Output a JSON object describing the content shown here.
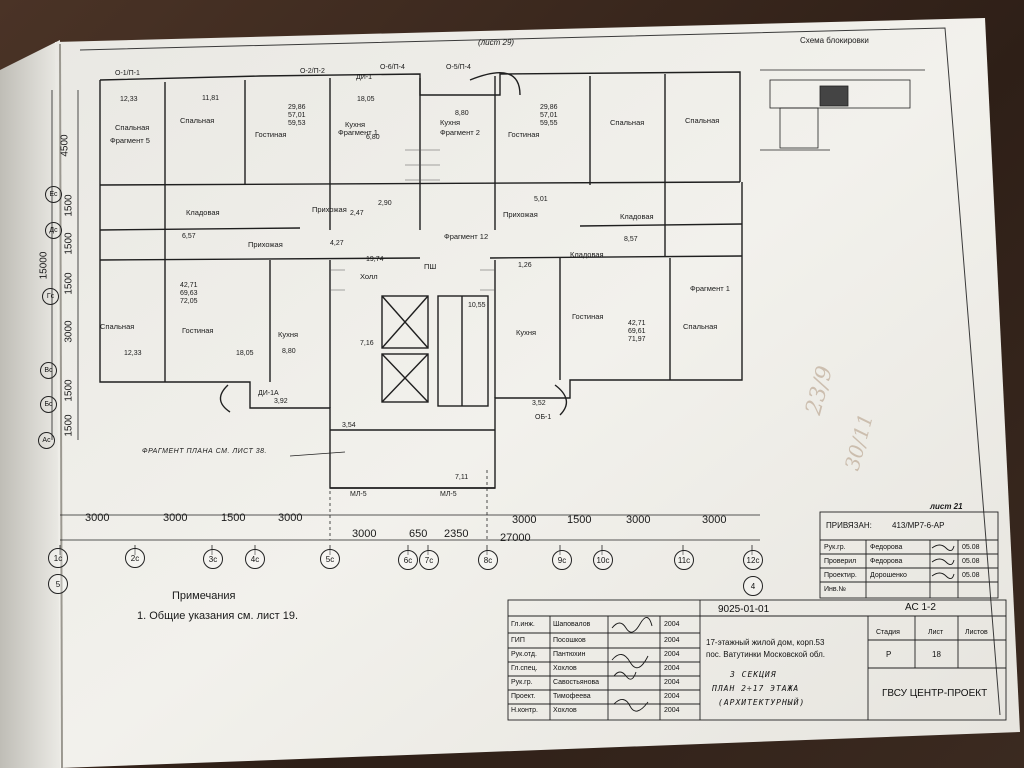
{
  "sheet": {
    "sheet_ref_top": "(лист 29)",
    "scheme_title": "Схема блокировки",
    "sheet_number_label": "лист 21",
    "fragment_note": "ФРАГМЕНТ ПЛАНА СМ. ЛИСТ 38.",
    "notes_title": "Примечания",
    "note_1": "1. Общие указания см. лист 19."
  },
  "dimensions": {
    "top_row": [
      "3000",
      "3000",
      "1500",
      "3000",
      "3000",
      "1500",
      "3000",
      "3000"
    ],
    "bottom_row": [
      "3000",
      "650",
      "2350",
      "27000"
    ],
    "left_side": [
      "4500",
      "1500",
      "1500",
      "1500",
      "15000",
      "3000",
      "1500",
      "1500"
    ]
  },
  "axes_bottom": [
    "1с",
    "2с",
    "3с",
    "4с",
    "5с",
    "6с",
    "7с",
    "8с",
    "9с",
    "10с",
    "11с",
    "12с"
  ],
  "axes_bottom_extra": [
    "5",
    "4"
  ],
  "axes_left": [
    "Ес",
    "Дс",
    "Гс",
    "Вс",
    "Бс",
    "Ас"
  ],
  "rooms": {
    "spalnaya": "Спальная",
    "gostinaya": "Гостиная",
    "kukhnya": "Кухня",
    "prikhozhaya": "Прихожая",
    "kladovaya": "Кладовая",
    "kholl": "Холл",
    "fragment_5": "Фрагмент 5",
    "fragment_12": "Фрагмент 12",
    "fragment_1": "Фрагмент 1",
    "fragment_2": "Фрагмент 2",
    "pshch": "ПШ"
  },
  "areas": {
    "left_top_apt": [
      "29,86",
      "57,01",
      "59,53"
    ],
    "right_top_apt": [
      "29,86",
      "57,01",
      "59,55"
    ],
    "left_bottom_apt": [
      "42,71",
      "69,63",
      "72,05"
    ],
    "right_bottom_apt": [
      "42,71",
      "69,61",
      "71,97"
    ],
    "misc": [
      "12,33",
      "11,81",
      "18,05",
      "8,80",
      "6,80",
      "5,01",
      "8,57",
      "6,57",
      "19,74",
      "10,55",
      "7,16",
      "3,92",
      "3,54",
      "3,52",
      "7,11",
      "2,47",
      "2,90",
      "4,27",
      "1,26",
      "8,80",
      "12,33",
      "18,05"
    ]
  },
  "window_marks": [
    "О-1/П-1",
    "О-2/П-2",
    "О-6/П-4",
    "О-5/П-4",
    "ДИ-1",
    "ДИ-1А",
    "МЛ-5",
    "МЛ-5",
    "ОБ-1"
  ],
  "attachment": {
    "title": "ПРИВЯЗАН:",
    "code": "413/МР7-6-АР",
    "rows": [
      {
        "role": "Рук.гр.",
        "name": "Федорова",
        "date": "05.08"
      },
      {
        "role": "Проверил",
        "name": "Федорова",
        "date": "05.08"
      },
      {
        "role": "Проектир.",
        "name": "Дорошенко",
        "date": "05.08"
      },
      {
        "role": "Инв.№",
        "name": "",
        "date": ""
      }
    ]
  },
  "title_block": {
    "doc_code": "9025-01-01",
    "sheet_code": "АС 1-2",
    "project": "17-этажный жилой дом, корп.53",
    "location": "пос. Ватутинки Московской обл.",
    "section": "3 СЕКЦИЯ",
    "plan_title": "ПЛАН 2÷17 ЭТАЖА",
    "plan_sub": "(АРХИТЕКТУРНЫЙ)",
    "stage_label": "Стадия",
    "sheet_label": "Лист",
    "sheets_label": "Листов",
    "stage_value": "Р",
    "sheet_value": "18",
    "sheets_value": "",
    "org": "ГВСУ ЦЕНТР-ПРОЕКТ",
    "year": "2004",
    "staff": [
      {
        "role": "Гл.инж.",
        "name": "Шаповалов"
      },
      {
        "role": "ГИП",
        "name": "Посошков"
      },
      {
        "role": "Рук.отд.",
        "name": "Пантюхин"
      },
      {
        "role": "Гл.спец.",
        "name": "Хохлов"
      },
      {
        "role": "Рук.гр.",
        "name": "Савостьянова"
      },
      {
        "role": "Проект.",
        "name": "Тимофеева"
      },
      {
        "role": "Н.контр.",
        "name": "Хохлов"
      }
    ]
  },
  "pencil_marks": [
    "23/9",
    "30/11"
  ],
  "colors": {
    "paper": "#efeeea",
    "ink": "#1a1a1a",
    "desk": "#3a2a20"
  }
}
